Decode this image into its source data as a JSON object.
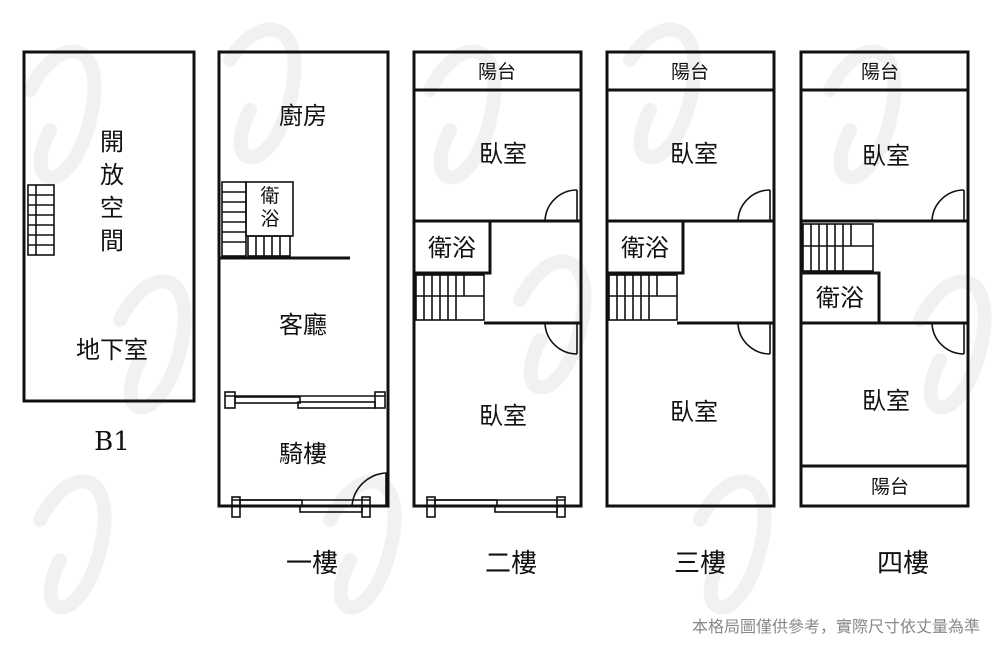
{
  "floors": {
    "b1": {
      "room": "地下室",
      "open_space": [
        "開",
        "放",
        "空",
        "間"
      ],
      "caption": "B1"
    },
    "f1": {
      "kitchen": "廚房",
      "bath": [
        "衛",
        "浴"
      ],
      "living": "客廳",
      "arcade": "騎樓",
      "caption": "一樓"
    },
    "f2": {
      "balcony": "陽台",
      "bedroom_top": "臥室",
      "bath": "衛浴",
      "bedroom_bottom": "臥室",
      "caption": "二樓"
    },
    "f3": {
      "balcony": "陽台",
      "bedroom_top": "臥室",
      "bath": "衛浴",
      "bedroom_bottom": "臥室",
      "caption": "三樓"
    },
    "f4": {
      "balcony_top": "陽台",
      "bedroom_top": "臥室",
      "bath": "衛浴",
      "bedroom_bottom": "臥室",
      "balcony_bottom": "陽台",
      "caption": "四樓"
    }
  },
  "disclaimer": "本格局圖僅供參考，實際尺寸依丈量為準"
}
